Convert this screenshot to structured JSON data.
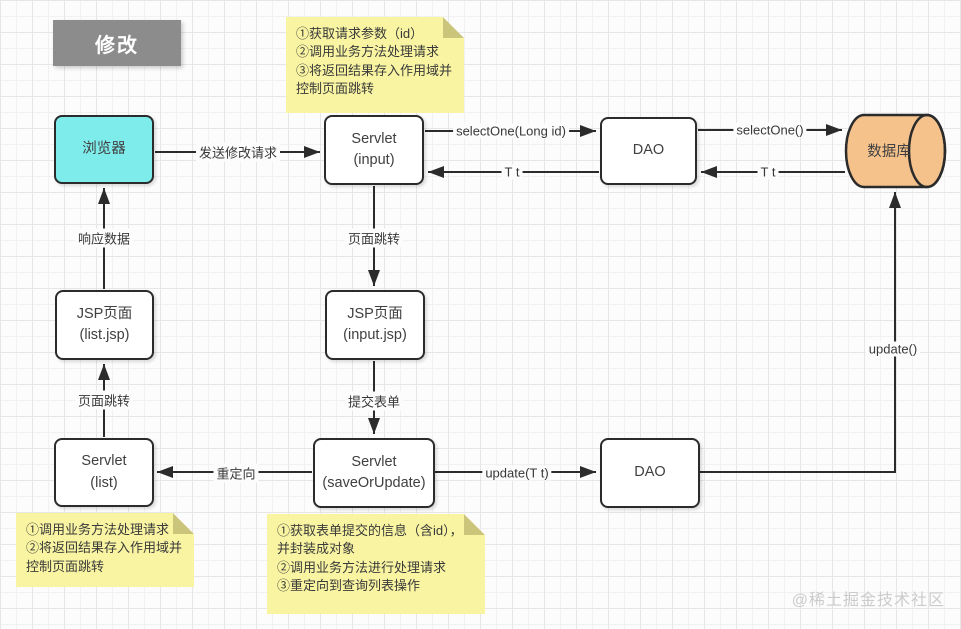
{
  "title": "修改",
  "nodes": {
    "browser": "浏览器",
    "servlet_input": "Servlet\n(input)",
    "dao_top": "DAO",
    "database": "数据库",
    "jsp_list": "JSP页面\n(list.jsp)",
    "jsp_input": "JSP页面\n(input.jsp)",
    "servlet_list": "Servlet\n(list)",
    "servlet_save": "Servlet\n(saveOrUpdate)",
    "dao_bottom": "DAO"
  },
  "edge_labels": {
    "send_request": "发送修改请求",
    "select_one_long_id": "selectOne(Long id)",
    "t_t_top": "T t",
    "select_one": "selectOne()",
    "t_t_right": "T t",
    "page_jump_mid": "页面跳转",
    "response_data": "响应数据",
    "submit_form": "提交表单",
    "page_jump_left": "页面跳转",
    "redirect": "重定向",
    "update_t_t": "update(T t)",
    "update": "update()"
  },
  "notes": {
    "top": "①获取请求参数（id）\n②调用业务方法处理请求\n③将返回结果存入作用域并\n控制页面跳转",
    "bottom_left": "①调用业务方法处理请求\n②将返回结果存入作用域并\n控制页面跳转",
    "bottom_middle": "①获取表单提交的信息（含id），\n并封装成对象\n②调用业务方法进行处理请求\n③重定向到查询列表操作"
  },
  "watermark": "@稀土掘金技术社区",
  "colors": {
    "browser_fill": "#7fecec",
    "database_fill": "#f5c28c",
    "note_fill": "#f8f4a2",
    "note_fold": "#cbc57c",
    "title_fill": "#8c8c8c",
    "stroke": "#2b2b2b",
    "grid_line": "#e6e6e6",
    "watermark_color": "#cbcbcb"
  }
}
